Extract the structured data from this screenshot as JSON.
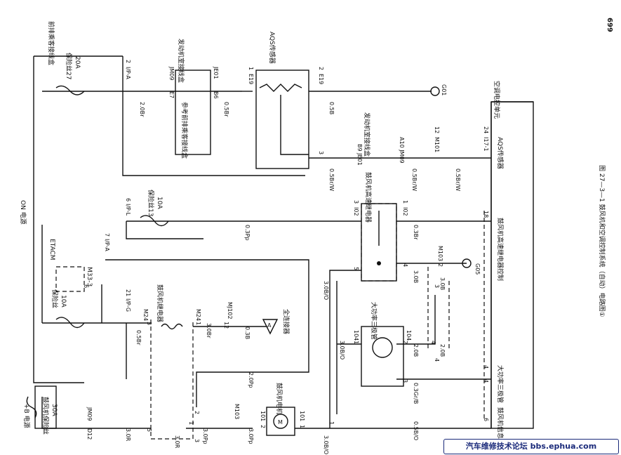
{
  "page_number": "699",
  "caption": "图 27—3—1  鼓风机和空调控制系统（自动）电路图①",
  "watermark": "汽车维修技术论坛 bbs.ephua.com",
  "labels": {
    "front_box": "前排乘客接线盒",
    "on_power": "ON 电源",
    "fuse27": "保险丝27",
    "fuse27_amp": "20A",
    "fuse13": "保险丝13",
    "fuse13_amp": "10A",
    "fuse_10a": "保险丝",
    "fuse_10a_amp": "10A",
    "etacm": "ETACM",
    "m33": "M33-3",
    "bfuse": "鼓风机保险丝",
    "bfuse_amp": "30A",
    "b_plus": "+B 电源",
    "engine_box": "发动机室接线盒",
    "ref_box": "参考前排乘客接线盒",
    "aqs": "AQS传感器",
    "engine_box2": "发动机室接线盒",
    "hs_relay": "鼓风机高速继电器",
    "blower_relay": "鼓风机继电器",
    "big_tr": "大功率三极管",
    "motor": "鼓风机电机",
    "joint": "全连接器",
    "ac_unit": "空调电控单元",
    "aqs_sensor": "AQS传感器",
    "hs_ctrl": "鼓风机高速继电器控制",
    "tr_label": "大功率三极管",
    "fb_label": "鼓风机信息反馈",
    "c_ip_a": "I/P-A",
    "c_ip_l": "I/P-L",
    "c_ip_a2": "I/P-A",
    "c_ip_g": "I/P-G",
    "c_jm09": "JM09",
    "c_je01": "JE01",
    "c_e19": "E19",
    "c_e19b": "E19",
    "c_g01": "G01",
    "c_b9je01": "B9 JE01",
    "c_a10": "A10 JM09",
    "c_m101": "M101",
    "c_i17": "I17-1",
    "c_i02a": "I02",
    "c_i02b": "I02",
    "c_m103": "M103",
    "c_g05": "G05",
    "c_m24": "M24",
    "c_m24b": "M24",
    "c_mj102": "MJ102",
    "c_104a": "104",
    "c_104b": "104",
    "c_m103b": "M103",
    "c_101a": "101",
    "c_101b": "101",
    "c_d12": "D12",
    "c_jm09b": "JM09",
    "c_e7": "E7",
    "c_b6": "B6",
    "pin_2": "2",
    "pin_6": "6",
    "pin_7": "7",
    "pin_21": "21",
    "pin_1a": "1",
    "pin_2a": "2",
    "pin_3a": "3",
    "pin_24": "24",
    "pin_12": "12",
    "pin_3": "3",
    "pin_1": "1",
    "pin_5": "5",
    "pin_4": "4",
    "pin_18": "18",
    "pin_4b": "4",
    "pin_2b": "2",
    "pin_1c": "1",
    "pin_3c": "3",
    "pin_12b": "12",
    "pin_1d": "1",
    "pin_2d": "2",
    "pin_3d": "3",
    "pin_5d": "5",
    "pin_1e": "1",
    "pin_2e": "2",
    "pin_4e": "4",
    "pin_4f": "4",
    "pin_6e": "6",
    "pin_1f": "1",
    "pin_2f": "2",
    "pin_3f": "3",
    "pin_4g": "4",
    "pin_3g": "3",
    "w_2_0br": "2.0Br",
    "w_0_5br": "0.5Br",
    "w_0_5b": "0.5B",
    "w_0_5brw": "0.5Br/W",
    "w_0_5brw2": "0.5Br/W",
    "w_0_5brw3": "0.5Br/W",
    "w_0_3pp": "0.3Pp",
    "w_0_3br": "0.3Br",
    "w_3_0b": "3.0B",
    "w_3_0b2": "3.0B",
    "w_3_0bo": "3.0B/O",
    "w_3_0bo2": "3.0B/O",
    "w_3_0bo3": "3.0B/O",
    "w_2_0b": "2.0B",
    "w_2_0b2": "2.0B",
    "w_0_3gro": "0.3Gr/B",
    "w_0_5bo": "0.5B/O",
    "w_3_0br": "3.0Br",
    "w_0_3b": "0.3B",
    "w_2_0pp": "2.0Pp",
    "w_3_0r": "3.0R",
    "w_3_0r2": "3.0R",
    "w_3_0pp": "3.0Pp",
    "w_3_0pp2": "3.0Pp",
    "w_0_5br2": "0.5Br"
  }
}
